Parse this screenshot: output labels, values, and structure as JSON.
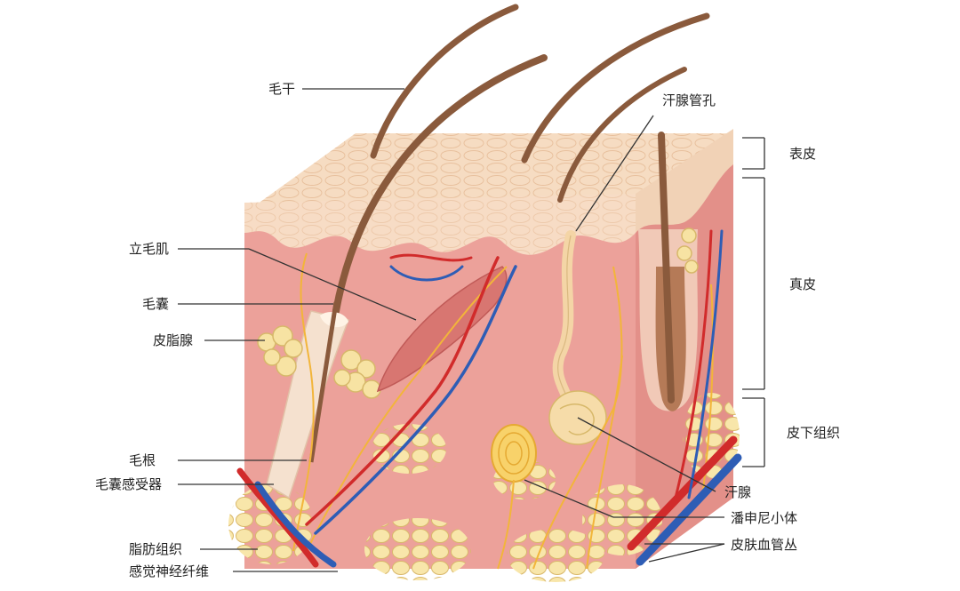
{
  "labels_left": {
    "hair_shaft": "毛干",
    "arrector_pili": "立毛肌",
    "hair_follicle": "毛囊",
    "sebaceous_gland": "皮脂腺",
    "hair_root": "毛根",
    "hair_receptor": "毛囊感受器",
    "adipose_tissue": "脂肪组织",
    "sensory_nerve": "感觉神经纤维"
  },
  "labels_right": {
    "sweat_pore": "汗腺管孔",
    "epidermis": "表皮",
    "dermis": "真皮",
    "hypodermis": "皮下组织",
    "sweat_gland": "汗腺",
    "pacinian": "潘申尼小体",
    "vascular_plexus": "皮肤血管丛"
  },
  "colors": {
    "epidermis": "#f6dcc2",
    "epidermis_cells": "#e9c2a0",
    "dermis": "#eca19a",
    "dermis_side": "#e3908a",
    "hair": "#8a5a3c",
    "fat": "#f7e3a3",
    "fat_edge": "#d7b86a",
    "nerve": "#f2b53a",
    "artery": "#d12b2b",
    "vein": "#2e5db5",
    "leader": "#333333"
  }
}
